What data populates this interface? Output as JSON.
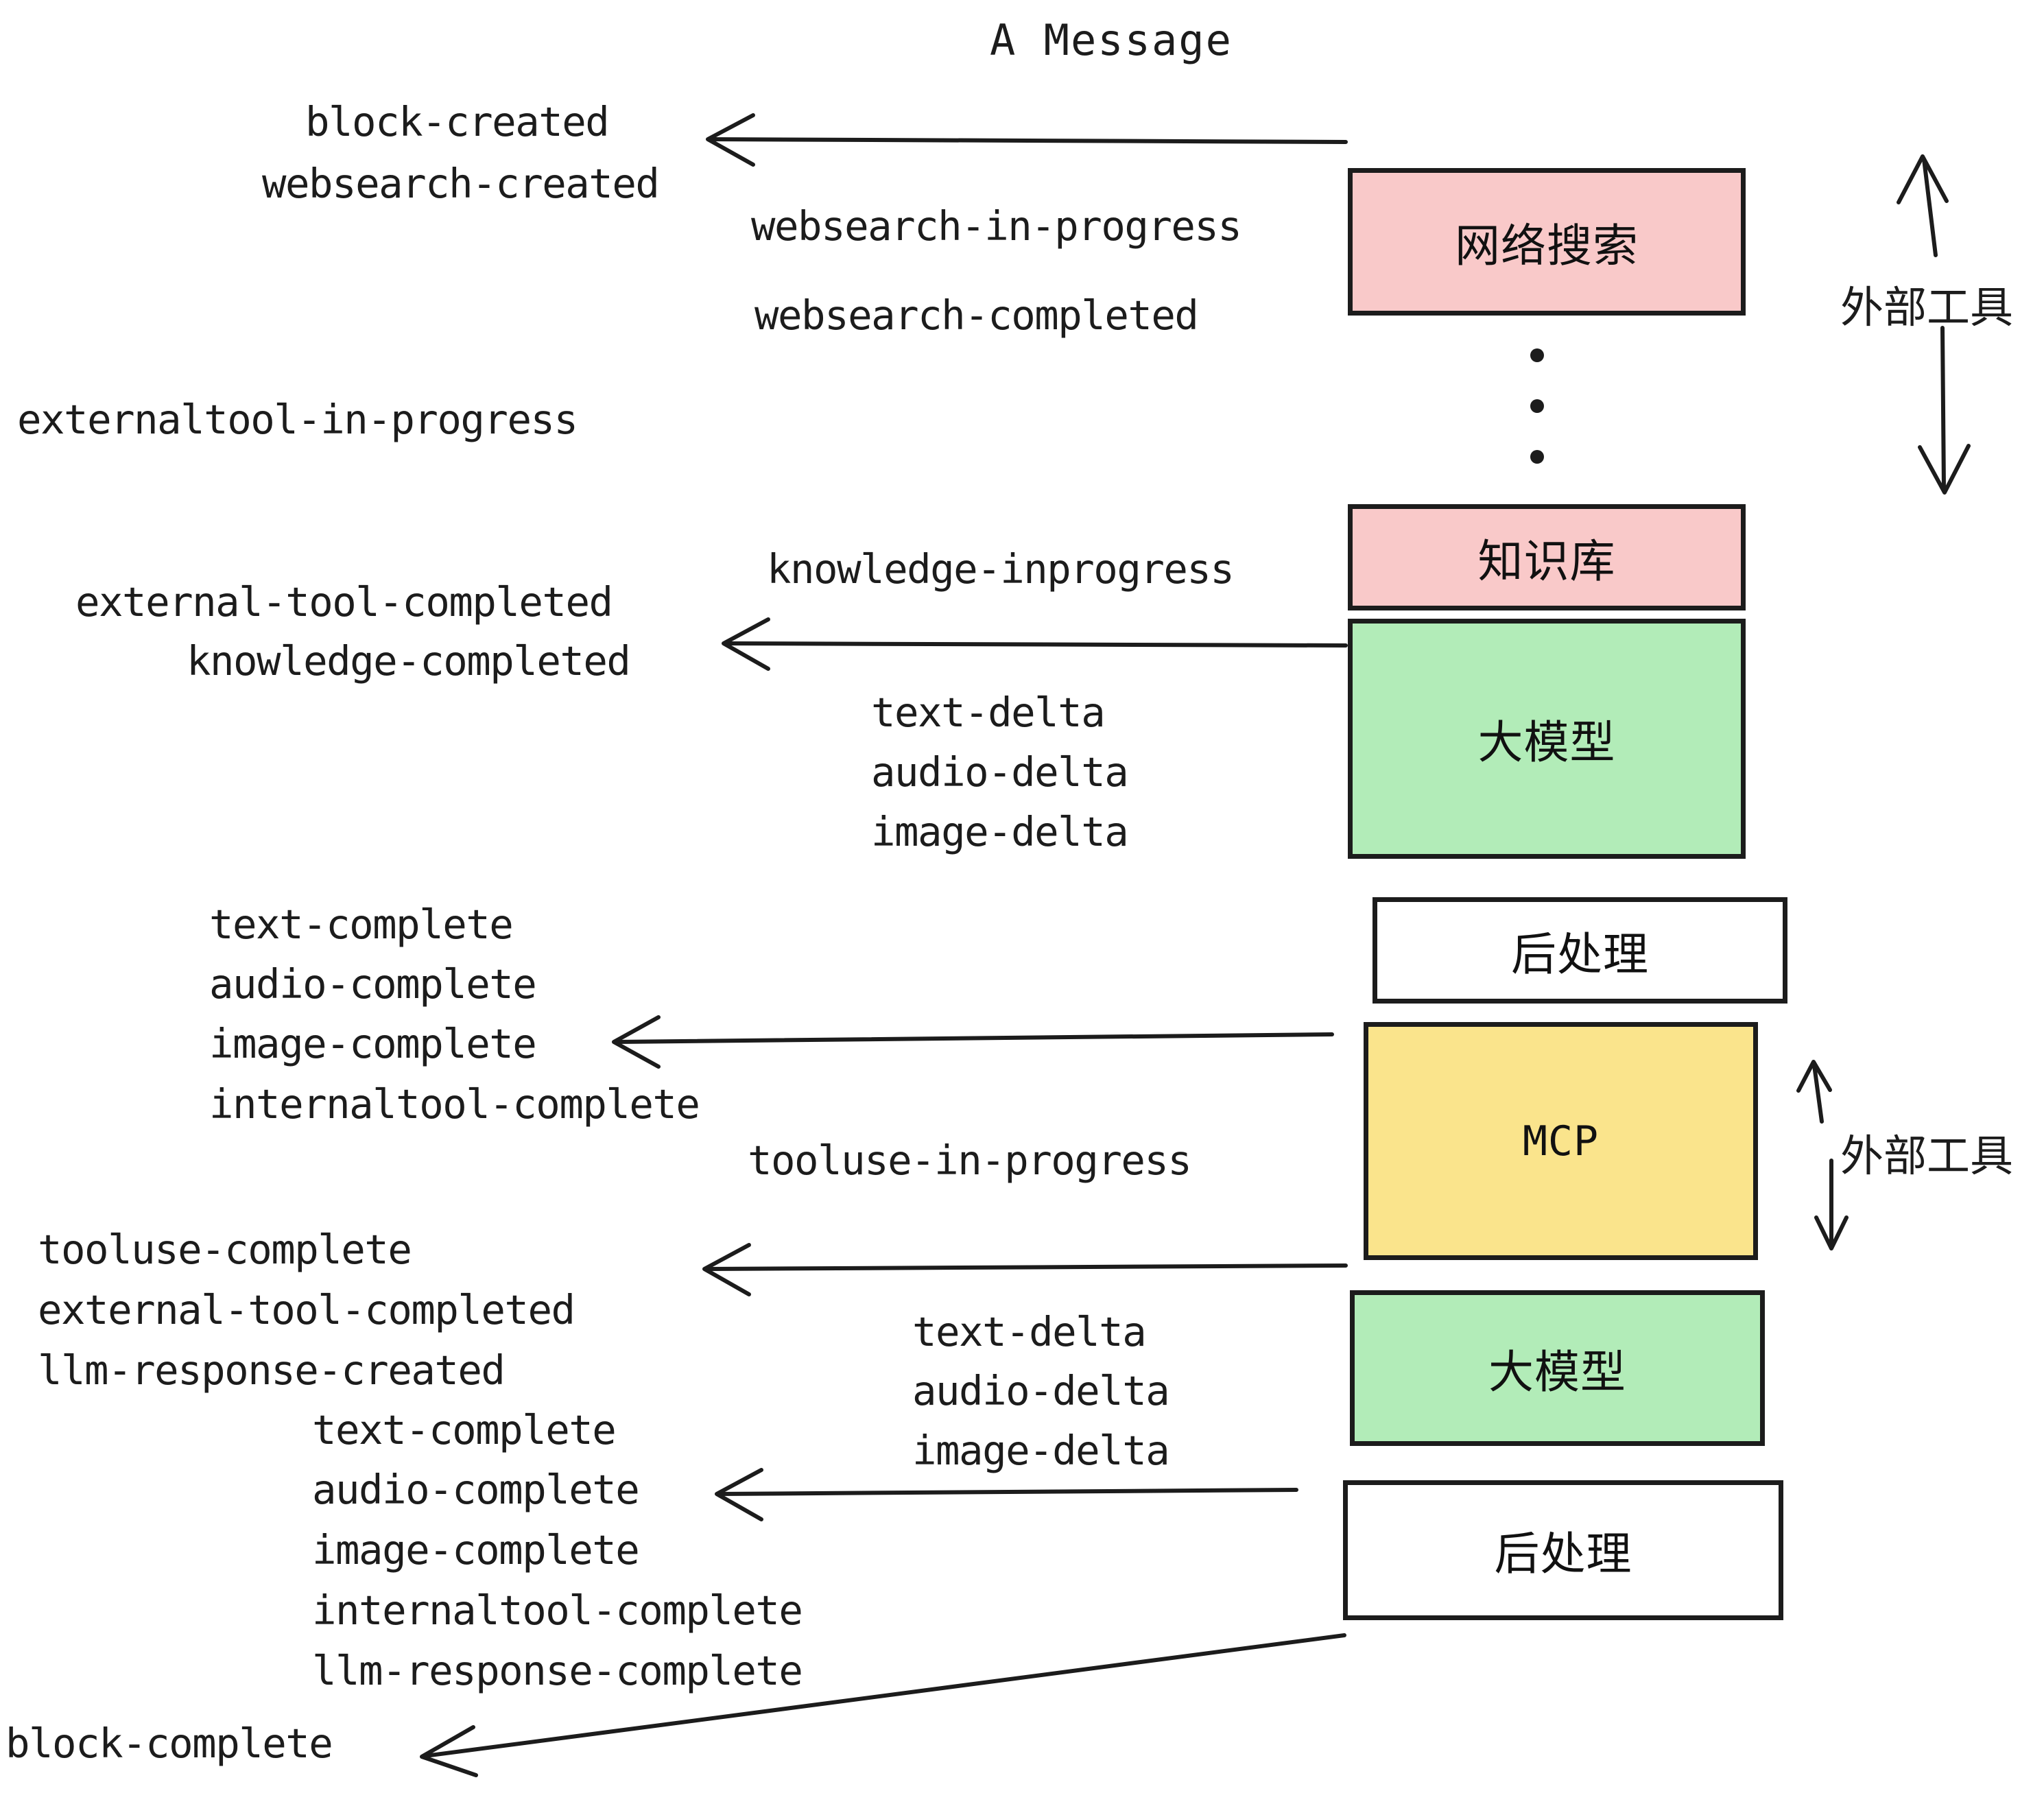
{
  "title": "A Message",
  "boxes": [
    {
      "id": "websearch",
      "label": "网络搜索",
      "color": "#f9c9c9",
      "kind": "cjk"
    },
    {
      "id": "knowledge",
      "label": "知识库",
      "color": "#f9c9c9",
      "kind": "cjk"
    },
    {
      "id": "llm-top",
      "label": "大模型",
      "color": "#b2ecb8",
      "kind": "cjk"
    },
    {
      "id": "post-top",
      "label": "后处理",
      "color": "#ffffff",
      "kind": "cjk"
    },
    {
      "id": "mcp",
      "label": "MCP",
      "color": "#fae48c",
      "kind": "mono"
    },
    {
      "id": "llm-bottom",
      "label": "大模型",
      "color": "#b2ecb8",
      "kind": "cjk"
    },
    {
      "id": "post-bottom",
      "label": "后处理",
      "color": "#ffffff",
      "kind": "cjk"
    }
  ],
  "side_labels": [
    {
      "id": "external-tools-top",
      "label": "外部工具"
    },
    {
      "id": "external-tools-bottom",
      "label": "外部工具"
    }
  ],
  "events": [
    {
      "id": "block-created",
      "text": "block-created"
    },
    {
      "id": "websearch-created",
      "text": "websearch-created"
    },
    {
      "id": "websearch-in-progress",
      "text": "websearch-in-progress"
    },
    {
      "id": "websearch-completed",
      "text": "websearch-completed"
    },
    {
      "id": "externaltool-in-progress",
      "text": "externaltool-in-progress"
    },
    {
      "id": "knowledge-inprogress",
      "text": "knowledge-inprogress"
    },
    {
      "id": "external-tool-completed-1",
      "text": "external-tool-completed"
    },
    {
      "id": "knowledge-completed",
      "text": "knowledge-completed"
    },
    {
      "id": "text-delta-1",
      "text": "text-delta"
    },
    {
      "id": "audio-delta-1",
      "text": "audio-delta"
    },
    {
      "id": "image-delta-1",
      "text": "image-delta"
    },
    {
      "id": "text-complete-1",
      "text": "text-complete"
    },
    {
      "id": "audio-complete-1",
      "text": "audio-complete"
    },
    {
      "id": "image-complete-1",
      "text": "image-complete"
    },
    {
      "id": "internaltool-complete-1",
      "text": "internaltool-complete"
    },
    {
      "id": "tooluse-in-progress",
      "text": "tooluse-in-progress"
    },
    {
      "id": "tooluse-complete",
      "text": "tooluse-complete"
    },
    {
      "id": "external-tool-completed-2",
      "text": "external-tool-completed"
    },
    {
      "id": "llm-response-created",
      "text": "llm-response-created"
    },
    {
      "id": "text-delta-2",
      "text": "text-delta"
    },
    {
      "id": "audio-delta-2",
      "text": "audio-delta"
    },
    {
      "id": "image-delta-2",
      "text": "image-delta"
    },
    {
      "id": "text-complete-2",
      "text": "text-complete"
    },
    {
      "id": "audio-complete-2",
      "text": "audio-complete"
    },
    {
      "id": "image-complete-2",
      "text": "image-complete"
    },
    {
      "id": "internaltool-complete-2",
      "text": "internaltool-complete"
    },
    {
      "id": "llm-response-complete",
      "text": "llm-response-complete"
    },
    {
      "id": "block-complete",
      "text": "block-complete"
    }
  ],
  "colors": {
    "ink": "#1c1c1c",
    "pink": "#f9c9c9",
    "green": "#b2ecb8",
    "yellow": "#fae48c",
    "white": "#ffffff"
  }
}
